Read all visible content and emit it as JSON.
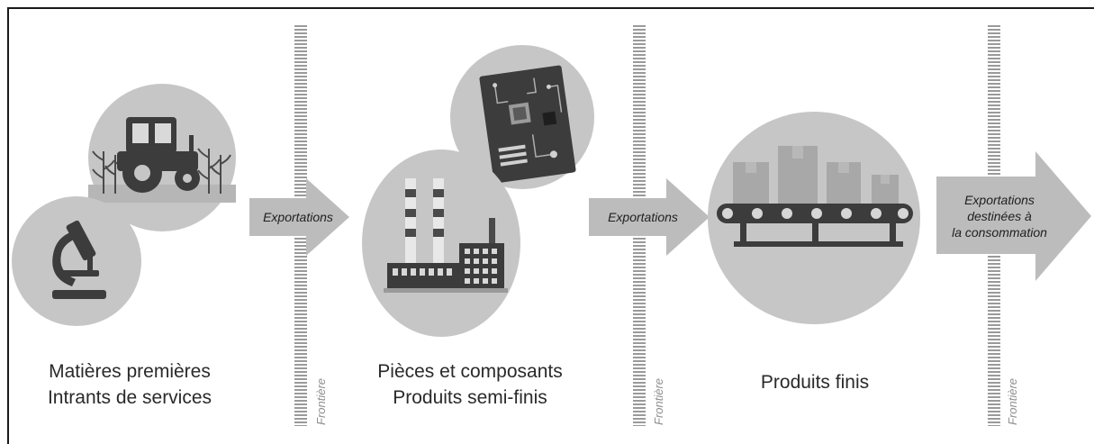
{
  "stages": [
    {
      "line1": "Matières premières",
      "line2": "Intrants de services"
    },
    {
      "line1": "Pièces et composants",
      "line2": "Produits semi-finis"
    },
    {
      "line1": "Produits finis",
      "line2": ""
    }
  ],
  "arrows": [
    {
      "label": "Exportations"
    },
    {
      "label": "Exportations"
    },
    {
      "line1": "Exportations",
      "line2": "destinées à",
      "line3": "la consommation"
    }
  ],
  "frontier_label": "Frontière",
  "colors": {
    "circle_fill": "#c6c6c6",
    "arrow_fill": "#bcbcbc",
    "dark_icon": "#3c3c3c",
    "frontier_dash": "#9a9a9a"
  },
  "icons": [
    "microscope-icon",
    "tractor-icon",
    "circuit-board-icon",
    "factory-icon",
    "conveyor-boxes-icon"
  ]
}
